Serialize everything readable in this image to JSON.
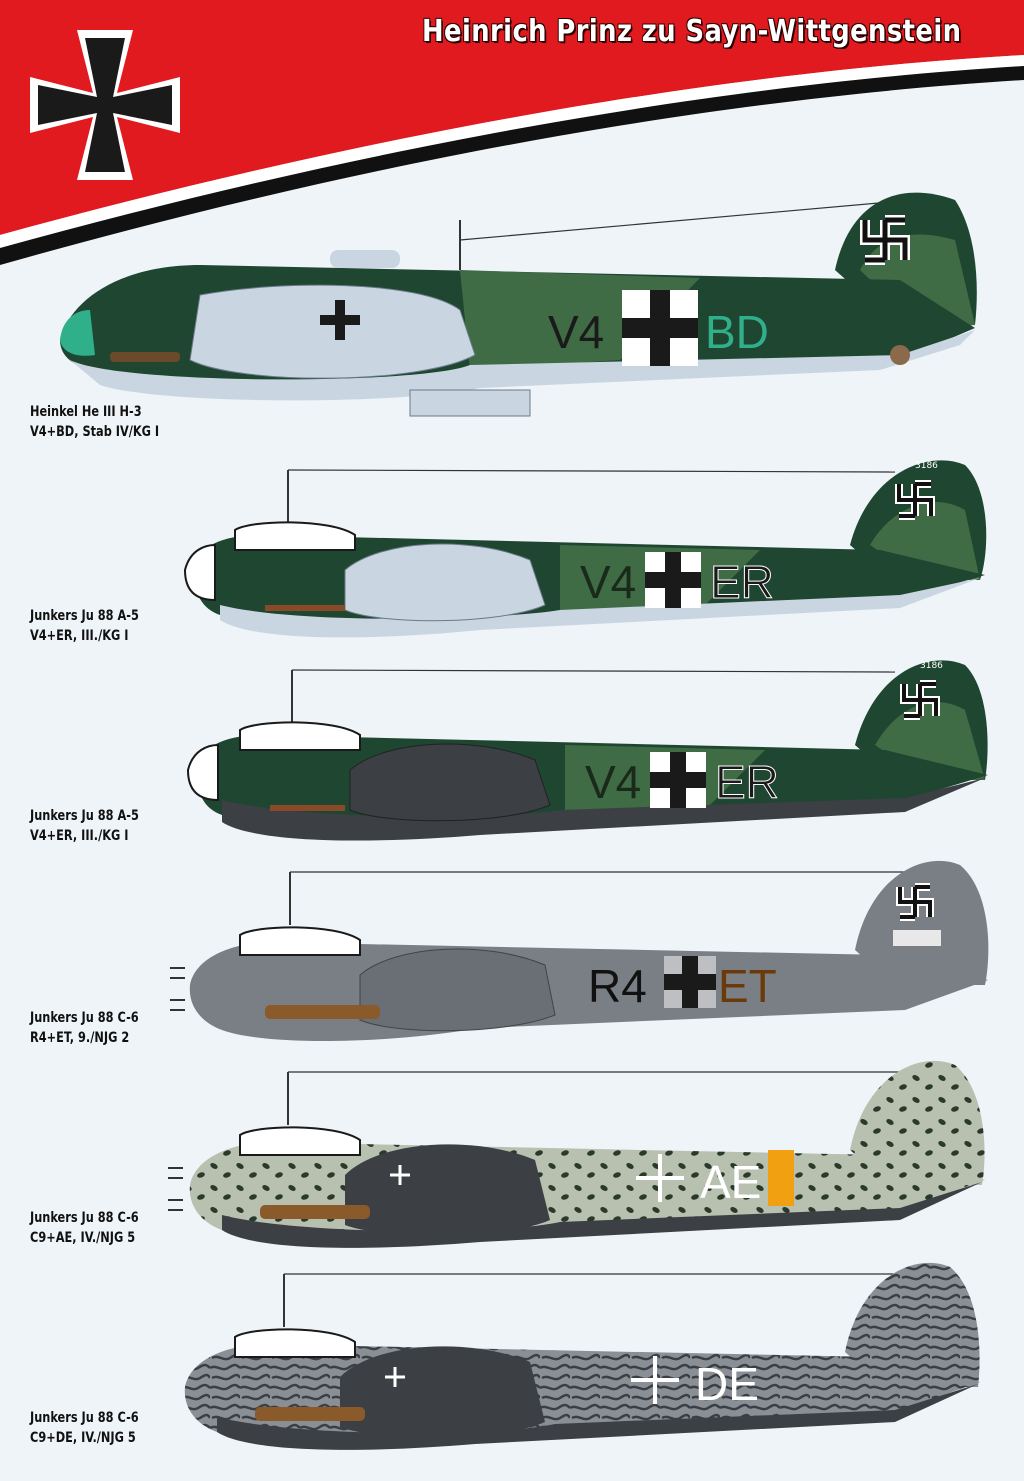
{
  "title": "Heinrich Prinz zu  Sayn-Wittgenstein",
  "aircraft": [
    {
      "type": "Heinkel He III H-3",
      "unit": "V4+BD, Stab IV/KG I",
      "code_left": "V4",
      "code_right": "BD",
      "tail_number": ""
    },
    {
      "type": "Junkers Ju 88 A-5",
      "unit": "V4+ER, III./KG I",
      "code_left": "V4",
      "code_right": "ER",
      "tail_number": "3186"
    },
    {
      "type": "Junkers Ju 88 A-5",
      "unit": "V4+ER, III./KG I",
      "code_left": "V4",
      "code_right": "ER",
      "tail_number": "3186"
    },
    {
      "type": "Junkers Ju 88 C-6",
      "unit": "R4+ET, 9./NJG 2",
      "code_left": "R4",
      "code_right": "ET",
      "tail_number": ""
    },
    {
      "type": "Junkers Ju 88 C-6",
      "unit": "C9+AE, IV./NJG 5",
      "code_left": "",
      "code_right": "AE",
      "tail_number": ""
    },
    {
      "type": "Junkers Ju 88 C-6",
      "unit": "C9+DE, IV./NJG 5",
      "code_left": "",
      "code_right": "DE",
      "tail_number": ""
    }
  ],
  "colors": {
    "banner_red": "#e01a1f",
    "green_dark": "#1f4630",
    "green_light": "#3f6b45",
    "underside_blue": "#c9d6e2",
    "night_grey": "#7a7e85",
    "mottle_base": "#b8c0b0"
  }
}
